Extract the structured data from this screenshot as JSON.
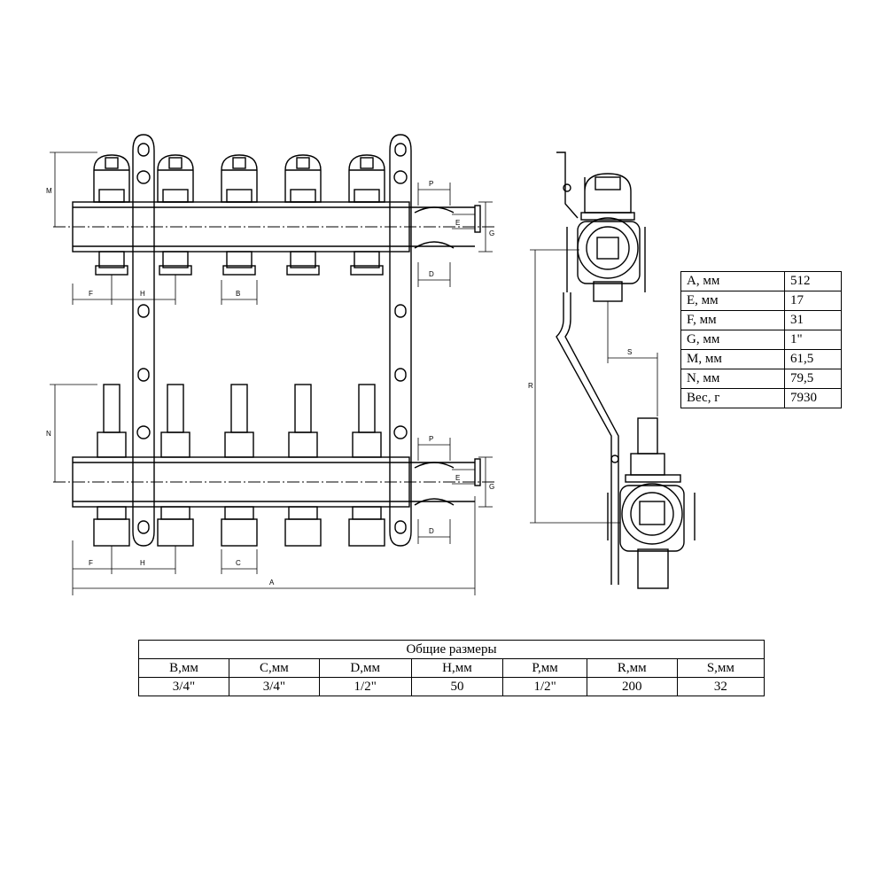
{
  "dimension_labels": {
    "M": "M",
    "N": "N",
    "P": "P",
    "E": "E",
    "G": "G",
    "D": "D",
    "F": "F",
    "H": "H",
    "B": "B",
    "C": "C",
    "A": "A",
    "R": "R",
    "S": "S"
  },
  "spec_table": {
    "rows": [
      {
        "key": "A, мм",
        "value": "512"
      },
      {
        "key": "E, мм",
        "value": "17"
      },
      {
        "key": "F, мм",
        "value": "31"
      },
      {
        "key": "G, мм",
        "value": "1\""
      },
      {
        "key": "M, мм",
        "value": "61,5"
      },
      {
        "key": "N, мм",
        "value": "79,5"
      },
      {
        "key": "Вес, г",
        "value": "7930"
      }
    ]
  },
  "general_table": {
    "title": "Общие размеры",
    "headers": [
      "B,мм",
      "C,мм",
      "D,мм",
      "H,мм",
      "P,мм",
      "R,мм",
      "S,мм"
    ],
    "values": [
      "3/4\"",
      "3/4\"",
      "1/2\"",
      "50",
      "1/2\"",
      "200",
      "32"
    ]
  }
}
